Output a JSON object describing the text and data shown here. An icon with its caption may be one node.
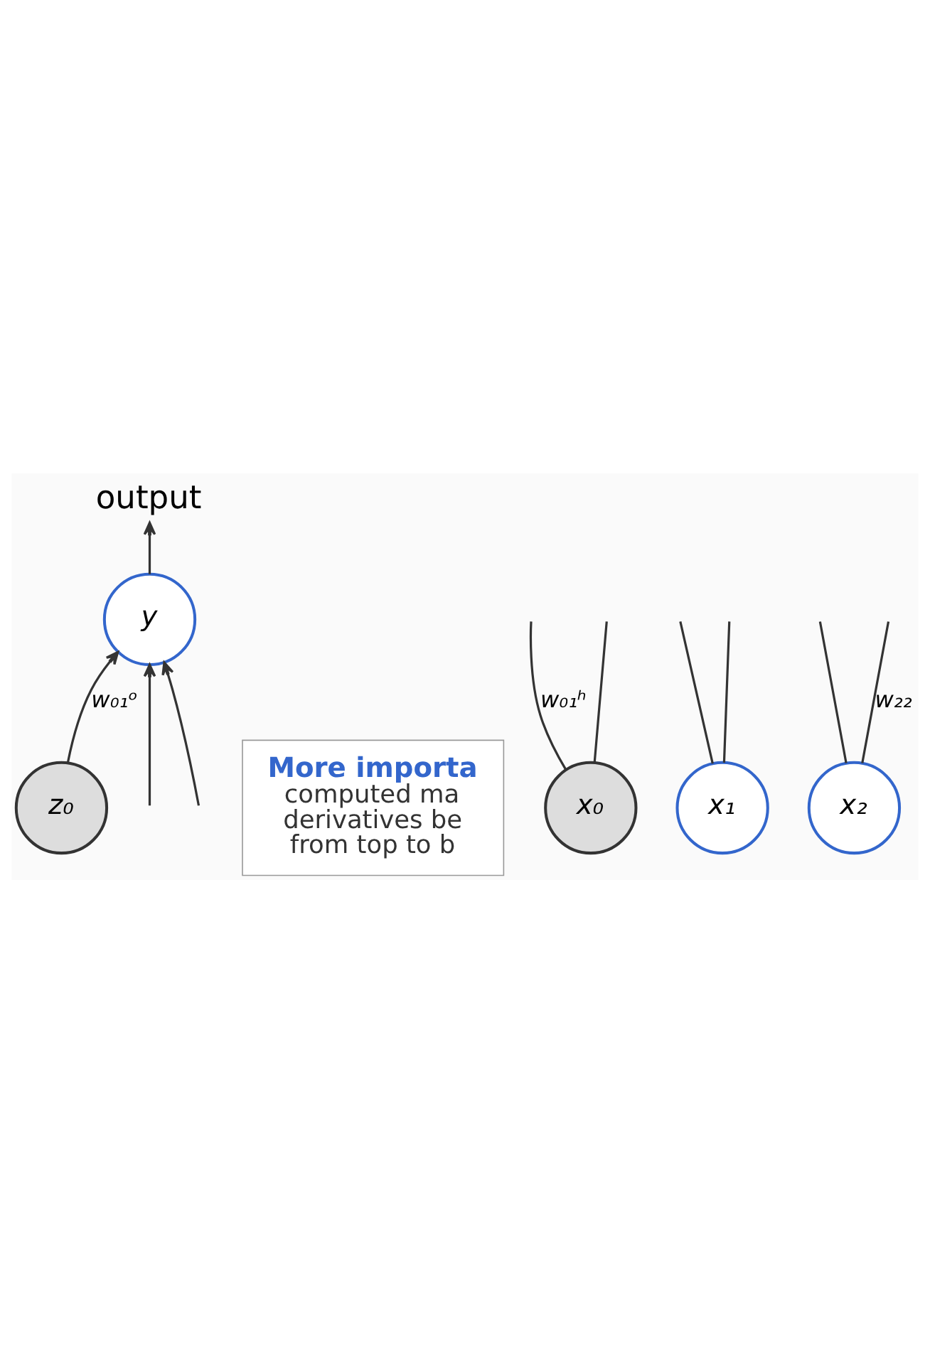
{
  "diagram": {
    "nodes": [
      {
        "text": [
          "output"
        ]
      },
      {
        "text": [
          "y"
        ]
      },
      {
        "text": [
          "More importa",
          "computed ma derivatives be from top to b"
        ]
      },
      {
        "text": [
          "z₀"
        ]
      },
      {
        "text": [
          "x₀"
        ]
      },
      {
        "text": [
          "x₁"
        ]
      },
      {
        "text": [
          "x₂"
        ]
      }
    ],
    "edges": [
      {
        "from": 1,
        "to": 0,
        "arrow": "to"
      },
      {
        "from": 3,
        "to": 1,
        "arrow": "to",
        "label": "w₀₁ᵒ"
      },
      {
        "from": null,
        "to": 1,
        "arrow": "to"
      },
      {
        "from": null,
        "to": 1,
        "arrow": "to"
      },
      {
        "from": 4,
        "to": null,
        "arrow": "none",
        "label": "w₀₁ʰ"
      },
      {
        "from": 4,
        "to": null,
        "arrow": "none"
      },
      {
        "from": 5,
        "to": null,
        "arrow": "none"
      },
      {
        "from": 5,
        "to": null,
        "arrow": "none"
      },
      {
        "from": 6,
        "to": null,
        "arrow": "none"
      },
      {
        "from": 6,
        "to": null,
        "arrow": "none",
        "label": "w₂₂"
      }
    ]
  }
}
